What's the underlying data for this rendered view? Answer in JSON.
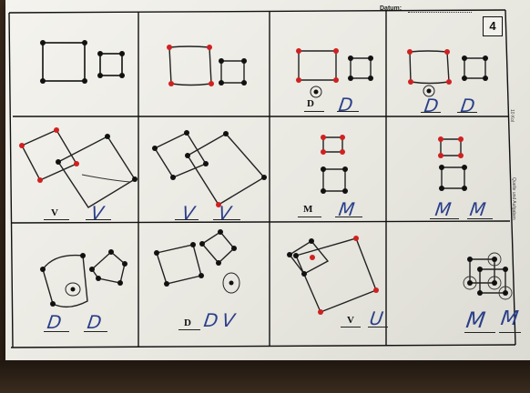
{
  "header": {
    "datum_label": "Datum:",
    "sheet_number": "4"
  },
  "side": {
    "text1": "10 Kol",
    "text2": "Quelle und Aufgaben"
  },
  "cells": [
    {
      "row": 1,
      "col": 1,
      "label": "",
      "answers": []
    },
    {
      "row": 1,
      "col": 2,
      "label": "",
      "answers": []
    },
    {
      "row": 1,
      "col": 3,
      "label": "D",
      "answers": [
        "D"
      ]
    },
    {
      "row": 1,
      "col": 4,
      "label": "",
      "answers": [
        "D",
        "D"
      ]
    },
    {
      "row": 2,
      "col": 1,
      "label": "V",
      "answers": [
        "V"
      ]
    },
    {
      "row": 2,
      "col": 2,
      "label": "",
      "answers": [
        "V",
        "V"
      ]
    },
    {
      "row": 2,
      "col": 3,
      "label": "M",
      "answers": [
        "M"
      ]
    },
    {
      "row": 2,
      "col": 4,
      "label": "",
      "answers": [
        "M",
        "M"
      ]
    },
    {
      "row": 3,
      "col": 1,
      "label": "",
      "answers": [
        "D",
        "D"
      ]
    },
    {
      "row": 3,
      "col": 2,
      "label": "D",
      "answers": [
        "D",
        "V"
      ]
    },
    {
      "row": 3,
      "col": 3,
      "label": "V",
      "answers": [
        "U"
      ]
    },
    {
      "row": 3,
      "col": 4,
      "label": "",
      "answers": [
        "M",
        "M"
      ]
    }
  ],
  "colors": {
    "red_dot": "#d02020",
    "black_dot": "#111111",
    "pen": "#2a3f8a"
  }
}
